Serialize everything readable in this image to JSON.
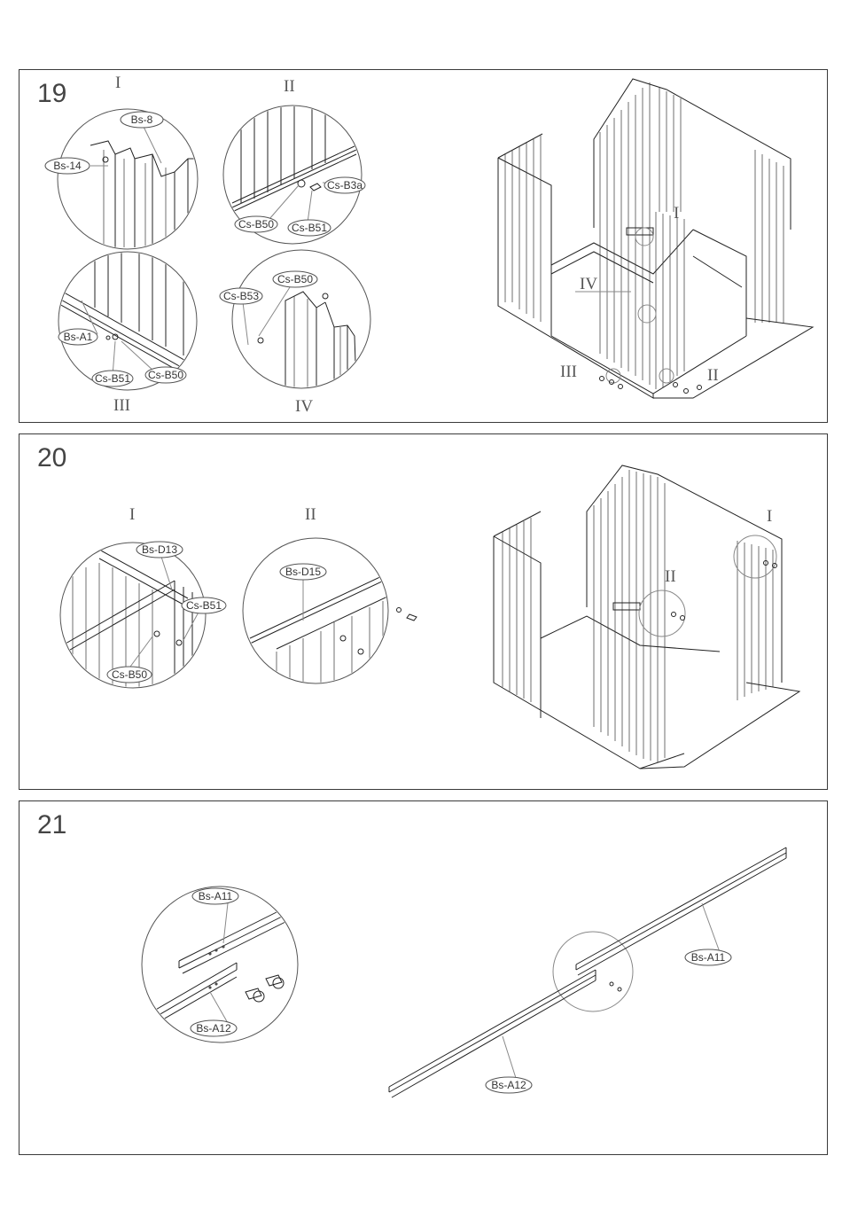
{
  "steps": [
    {
      "number": "19",
      "detail_views": [
        {
          "roman": "I",
          "callouts": [
            "Bs-8",
            "Bs-14"
          ]
        },
        {
          "roman": "II",
          "callouts": [
            "Cs-B3a",
            "Cs-B50",
            "Cs-B51"
          ]
        },
        {
          "roman": "III",
          "callouts": [
            "Bs-A1",
            "Cs-B51",
            "Cs-B50"
          ]
        },
        {
          "roman": "IV",
          "callouts": [
            "Cs-B53",
            "Cs-B50"
          ]
        }
      ],
      "main_view_markers": [
        "I",
        "IV",
        "III",
        "II"
      ]
    },
    {
      "number": "20",
      "detail_views": [
        {
          "roman": "I",
          "callouts": [
            "Bs-D13",
            "Cs-B51",
            "Cs-B50"
          ]
        },
        {
          "roman": "II",
          "callouts": [
            "Bs-D15"
          ]
        }
      ],
      "main_view_markers": [
        "I",
        "II"
      ]
    },
    {
      "number": "21",
      "detail_views": [
        {
          "roman": "",
          "callouts": [
            "Bs-A11",
            "Bs-A12"
          ]
        }
      ],
      "main_view_callouts": [
        "Bs-A11",
        "Bs-A12"
      ]
    }
  ]
}
